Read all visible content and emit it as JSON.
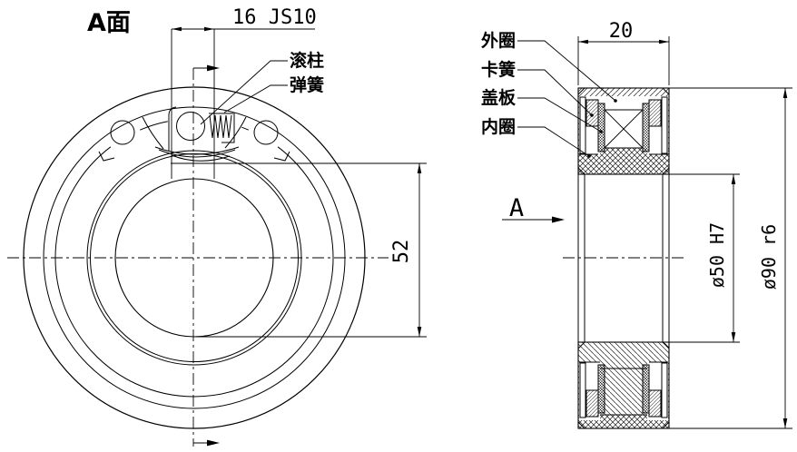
{
  "drawing": {
    "left_view": {
      "title": "A面",
      "dim_pocket_width": "16 JS10",
      "dim_height": "52",
      "callout_roller": "滚柱",
      "callout_spring": "弹簧"
    },
    "section_view": {
      "dim_width": "20",
      "view_label": "A",
      "callout_outer_ring": "外圈",
      "callout_snap_ring": "卡簧",
      "callout_cover_plate": "盖板",
      "callout_inner_ring": "内圈",
      "dim_bore": "ø50 H7",
      "dim_od": "ø90 r6"
    },
    "colors": {
      "line": "#000000",
      "background": "#ffffff"
    }
  }
}
